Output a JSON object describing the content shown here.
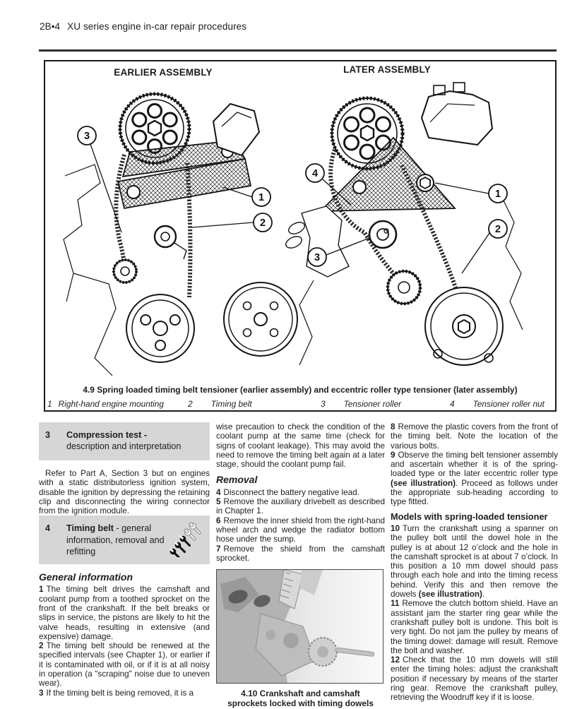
{
  "page": {
    "ref": "2B•4",
    "title": "XU series engine in-car repair procedures"
  },
  "figure": {
    "left_title": "EARLIER ASSEMBLY",
    "right_title": "LATER ASSEMBLY",
    "caption": "4.9  Spring loaded timing belt tensioner (earlier assembly) and eccentric roller type tensioner (later assembly)",
    "legend": [
      {
        "num": "1",
        "label": "Right-hand engine mounting"
      },
      {
        "num": "2",
        "label": "Timing belt"
      },
      {
        "num": "3",
        "label": "Tensioner roller"
      },
      {
        "num": "4",
        "label": "Tensioner roller nut"
      }
    ],
    "callouts": {
      "earlier": [
        "3",
        "1",
        "2"
      ],
      "later": [
        "4",
        "1",
        "2",
        "3"
      ]
    }
  },
  "photo": {
    "caption": "4.10  Crankshaft and camshaft sprockets locked with timing dowels"
  },
  "colors": {
    "section_bg": "#d6d6d6",
    "ink": "#1c1c1c",
    "paper": "#ffffff"
  },
  "columns": {
    "left": [
      {
        "type": "section",
        "num": "3",
        "lines": [
          [
            {
              "t": "Compression test -",
              "b": true
            }
          ],
          [
            {
              "t": "description and interpretation"
            }
          ]
        ]
      },
      {
        "type": "para",
        "indent": true,
        "segments": [
          {
            "t": "Refer to Part A, Section 3 but on engines with a static distributorless ignition system, disable the ignition by depressing the retaining clip and disconnecting the wiring connector from the ignition module."
          }
        ]
      },
      {
        "type": "section",
        "num": "4",
        "icon": "spanner-rating",
        "lines": [
          [
            {
              "t": "Timing belt",
              "b": true
            },
            {
              "t": " - general"
            }
          ],
          [
            {
              "t": "information, removal and"
            }
          ],
          [
            {
              "t": "refitting"
            }
          ]
        ]
      },
      {
        "type": "hitalic",
        "text": "General information"
      },
      {
        "type": "step",
        "num": "1",
        "segments": [
          {
            "t": "The timing belt drives the camshaft and coolant pump from a toothed sprocket on the front of the crankshaft. If the belt breaks or slips in service, the pistons are likely to hit the valve heads, resulting in extensive (and expensive) damage."
          }
        ]
      },
      {
        "type": "step",
        "num": "2",
        "segments": [
          {
            "t": "The timing belt should be renewed at the specified intervals (see Chapter 1), or earlier if it is contaminated with oil, or if it is at all noisy in operation (a \"scraping\" noise due to uneven wear)."
          }
        ]
      },
      {
        "type": "step",
        "num": "3",
        "segments": [
          {
            "t": "If the timing belt is being removed, it is a"
          }
        ]
      }
    ],
    "middle": [
      {
        "type": "para",
        "segments": [
          {
            "t": "wise precaution to check the condition of the coolant pump at the same time (check for signs of coolant leakage). This may avoid the need to remove the timing belt again at a later stage, should the coolant pump fail."
          }
        ]
      },
      {
        "type": "hitalic",
        "text": "Removal"
      },
      {
        "type": "step",
        "num": "4",
        "segments": [
          {
            "t": "Disconnect the battery negative lead."
          }
        ]
      },
      {
        "type": "step",
        "num": "5",
        "segments": [
          {
            "t": "Remove the auxiliary drivebelt as described in Chapter 1."
          }
        ]
      },
      {
        "type": "step",
        "num": "6",
        "segments": [
          {
            "t": "Remove the inner shield from the right-hand wheel arch and wedge the radiator bottom hose under the sump."
          }
        ]
      },
      {
        "type": "step",
        "num": "7",
        "segments": [
          {
            "t": "Remove the shield from the camshaft sprocket."
          }
        ]
      }
    ],
    "right": [
      {
        "type": "step",
        "num": "8",
        "segments": [
          {
            "t": "Remove the plastic covers from the front of the timing belt. Note the location of the various bolts."
          }
        ]
      },
      {
        "type": "step",
        "num": "9",
        "segments": [
          {
            "t": "Observe the timing belt tensioner assembly and ascertain whether it is of the spring-loaded type or the later eccentric roller type "
          },
          {
            "t": "(see illustration)",
            "b": true
          },
          {
            "t": ". Proceed as follows under the appropriate sub-heading according to type fitted."
          }
        ]
      },
      {
        "type": "hbold",
        "text": "Models with spring-loaded tensioner"
      },
      {
        "type": "step",
        "num": "10",
        "segments": [
          {
            "t": "Turn the crankshaft using a spanner on the pulley bolt until the dowel hole in the pulley is at about 12 o’clock and the hole in the camshaft sprocket is at about 7 o’clock. In this position a 10 mm dowel should pass through each hole and into the timing recess behind. Verify this and then remove the dowels "
          },
          {
            "t": "(see illustration)",
            "b": true
          },
          {
            "t": "."
          }
        ]
      },
      {
        "type": "step",
        "num": "11",
        "segments": [
          {
            "t": "Remove the clutch bottom shield. Have an assistant jam the starter ring gear while the crankshaft pulley bolt is undone. This bolt is very tight. Do not jam the pulley by means of the timing dowel: damage will result. Remove the bolt and washer."
          }
        ]
      },
      {
        "type": "step",
        "num": "12",
        "segments": [
          {
            "t": "Check that the 10 mm dowels will still enter the timing holes: adjust the crankshaft position if necessary by means of the starter ring gear. Remove the crankshaft pulley, retrieving the Woodruff key if it is loose."
          }
        ]
      }
    ]
  }
}
